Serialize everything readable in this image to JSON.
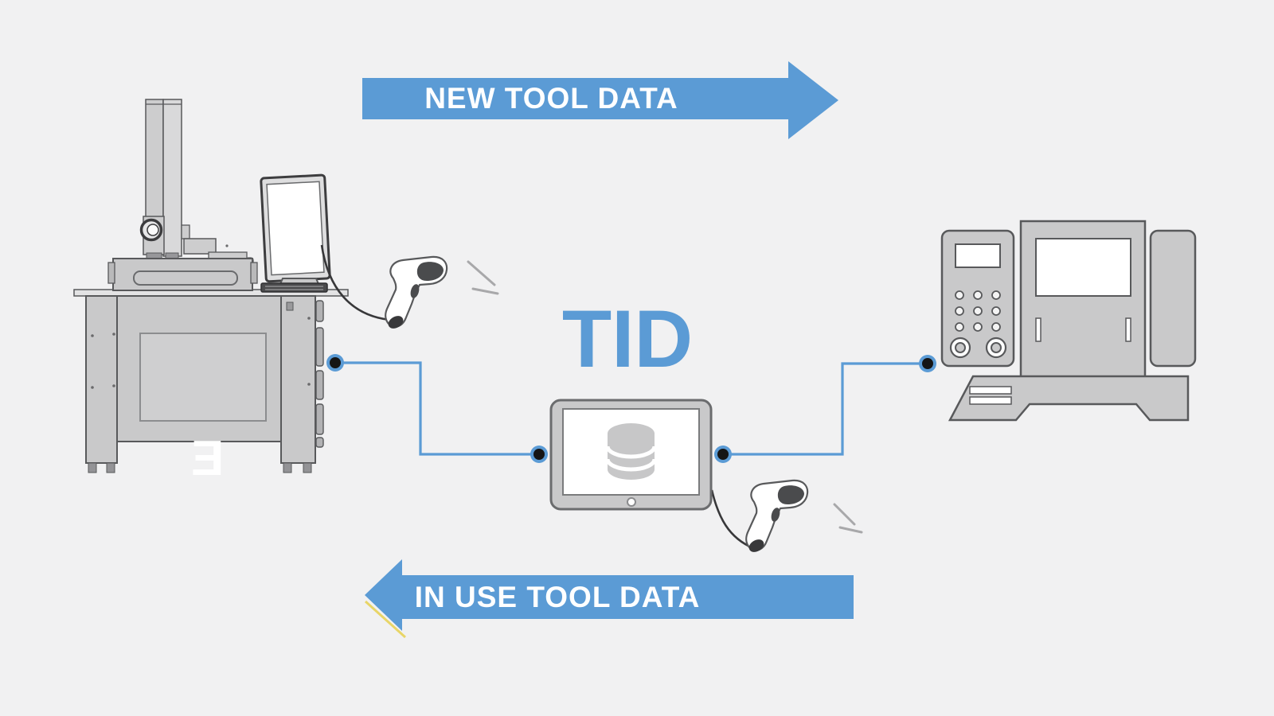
{
  "diagram": {
    "background": "#f1f1f2",
    "title": "TID",
    "title_color": "#5b9bd5",
    "top_arrow": {
      "label": "NEW TOOL DATA",
      "direction": "right",
      "fill": "#5b9bd5",
      "text_color": "#ffffff"
    },
    "bottom_arrow": {
      "label": "IN USE TOOL DATA",
      "direction": "left",
      "fill": "#5b9bd5",
      "text_color": "#ffffff",
      "edge_accent": "#e7d14f"
    },
    "watermark": "Ǝ",
    "machine_fill": "#c9c9ca",
    "outline_color": "#58595b",
    "nodes": {
      "left": {
        "name": "tool-presetter-machine",
        "parts": [
          "tower-column",
          "camera-lens-icon",
          "base-platform",
          "cabinet",
          "monitor",
          "keyboard",
          "barcode-scanner-icon",
          "scan-beam-icon"
        ]
      },
      "center": {
        "name": "tid-tablet",
        "screen_icon": "database-icon",
        "attachment": "barcode-scanner-icon"
      },
      "right": {
        "name": "cnc-machine",
        "parts": [
          "control-panel",
          "display",
          "keypad-buttons",
          "control-knobs",
          "door-window",
          "door-handles",
          "machine-bed"
        ]
      }
    },
    "connections": {
      "line_color": "#5b9bd5",
      "node_dot_color": "#151515",
      "left_link": {
        "from": "tool-presetter-machine",
        "to": "tid-tablet"
      },
      "right_link": {
        "from": "tid-tablet",
        "to": "cnc-machine"
      }
    }
  }
}
